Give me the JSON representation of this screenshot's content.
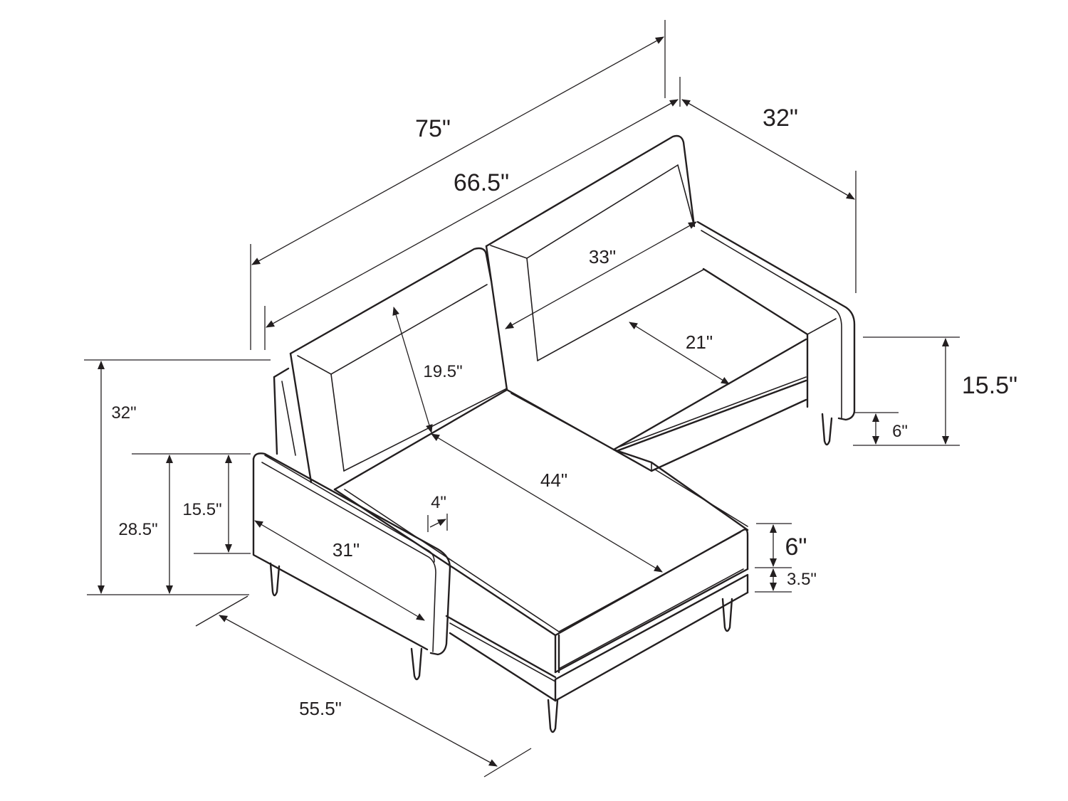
{
  "diagram": {
    "stroke_color": "#231f20",
    "background": "#ffffff",
    "labels": {
      "overall_width": "75\"",
      "seat_width": "66.5\"",
      "depth_main": "32\"",
      "back_width": "33\"",
      "seat_depth": "21\"",
      "arm_height_right": "15.5\"",
      "leg_height_right": "6\"",
      "back_height": "19.5\"",
      "chaise_length": "44\"",
      "arm_width": "4\"",
      "overall_height": "32\"",
      "arm_height_total": "28.5\"",
      "arm_height_left": "15.5\"",
      "arm_length": "31\"",
      "cushion_thickness": "6\"",
      "frame_thickness": "3.5\"",
      "chaise_depth": "55.5\""
    }
  }
}
